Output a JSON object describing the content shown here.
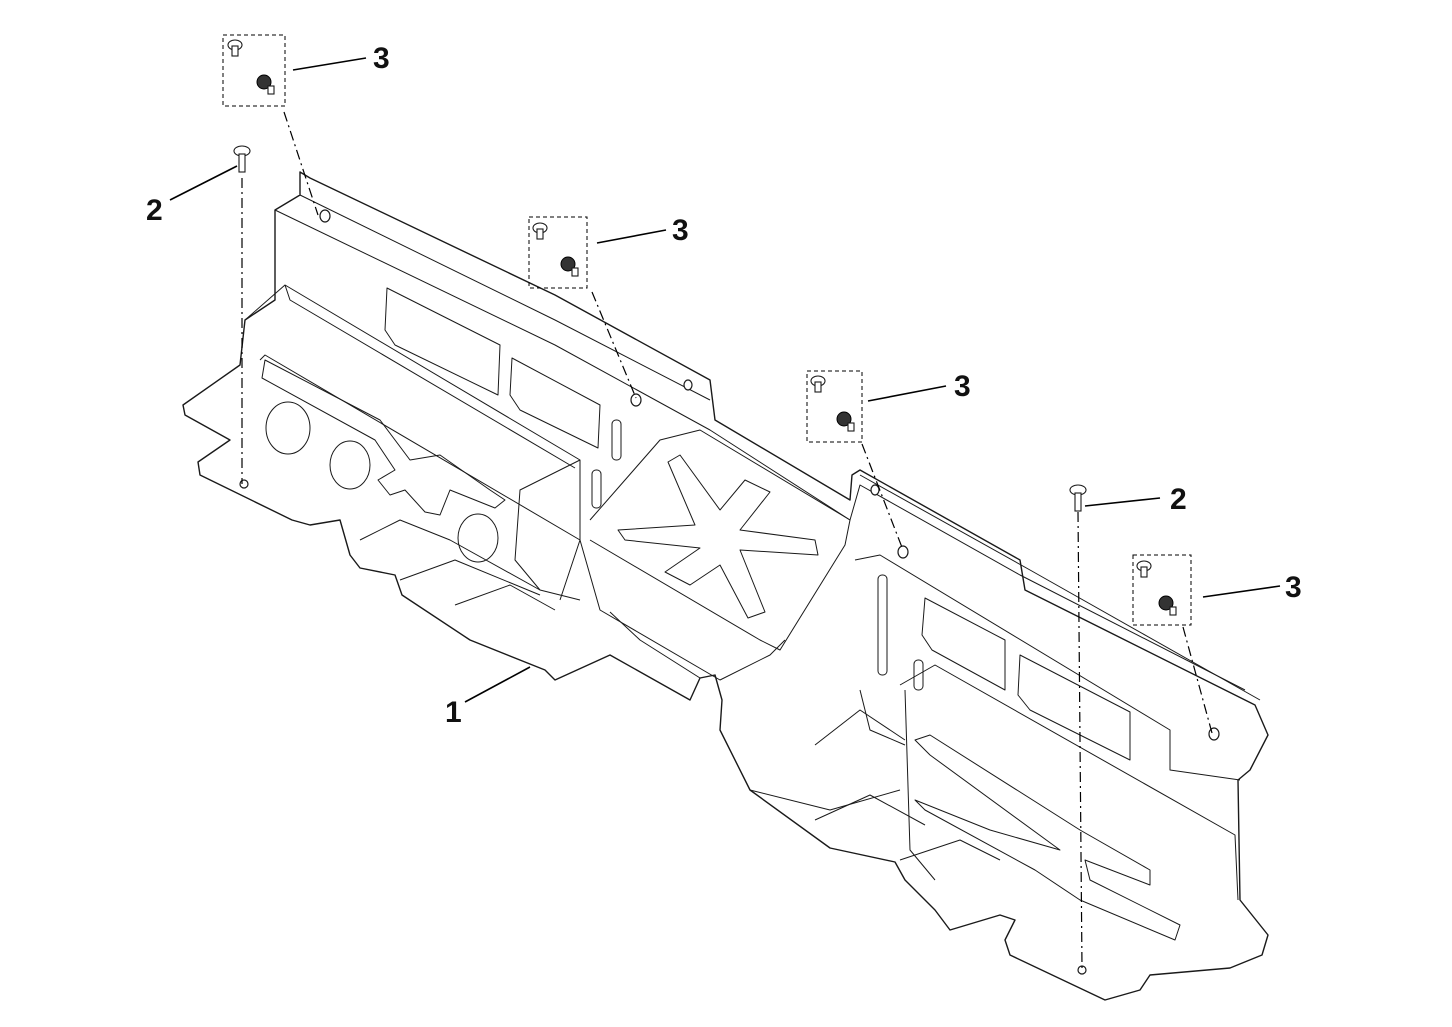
{
  "callouts": {
    "c1": "1",
    "c2a": "2",
    "c2b": "2",
    "c3a": "3",
    "c3b": "3",
    "c3c": "3",
    "c3d": "3"
  },
  "colors": {
    "line": "#1a1a1a",
    "background": "#ffffff"
  }
}
